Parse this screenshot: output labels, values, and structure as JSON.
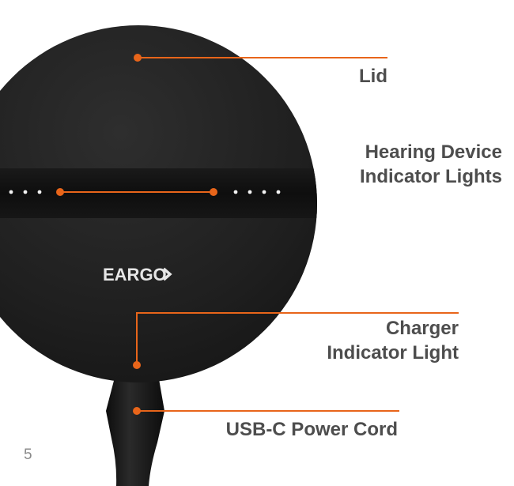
{
  "labels": {
    "lid": "Lid",
    "hearing_line1": "Hearing Device",
    "hearing_line2": "Indicator Lights",
    "charger_line1": "Charger",
    "charger_line2": "Indicator Light",
    "usb": "USB-C Power Cord"
  },
  "brand": {
    "logo_text": "EARGO"
  },
  "page_number": "5",
  "colors": {
    "callout": "#e8651a",
    "label_text": "#4d4d4d",
    "case_body": "#202020",
    "case_band": "#111111"
  }
}
